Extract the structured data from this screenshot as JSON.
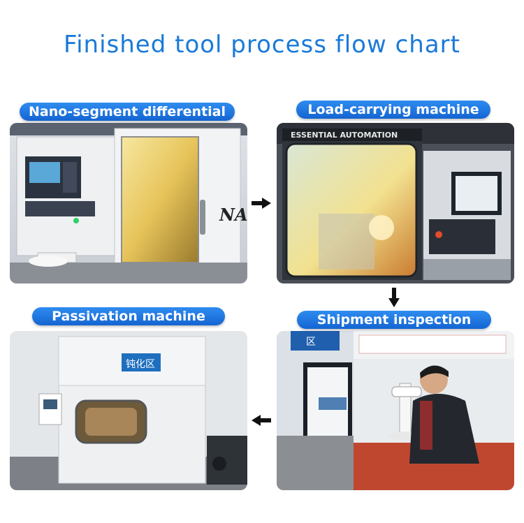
{
  "title": "Finished tool process flow chart",
  "steps": [
    {
      "label": "Nano-segment differential",
      "machine_marking": "NA"
    },
    {
      "label": "Load-carrying machine",
      "machine_marking": "ESSENTIAL AUTOMATION"
    },
    {
      "label": "Shipment inspection",
      "sign_text": "区"
    },
    {
      "label": "Passivation machine",
      "sign_text": "钝化区"
    }
  ],
  "flow_order": [
    "Nano-segment differential",
    "Load-carrying machine",
    "Shipment inspection",
    "Passivation machine"
  ],
  "colors": {
    "accent": "#1a7ad8",
    "label_bg": "#1a73e0",
    "arrow": "#111111"
  }
}
